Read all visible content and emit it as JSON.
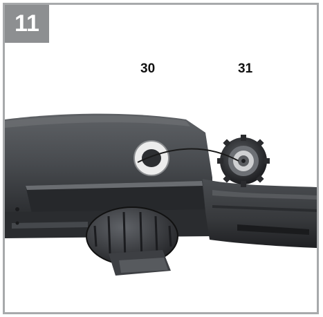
{
  "figure": {
    "step_number": "11",
    "callouts": [
      {
        "label": "30"
      },
      {
        "label": "31"
      }
    ]
  },
  "colors": {
    "frame_border": "#a7a9ab",
    "badge_background": "#8d8f91",
    "badge_text": "#ffffff",
    "callout_text": "#111111"
  }
}
